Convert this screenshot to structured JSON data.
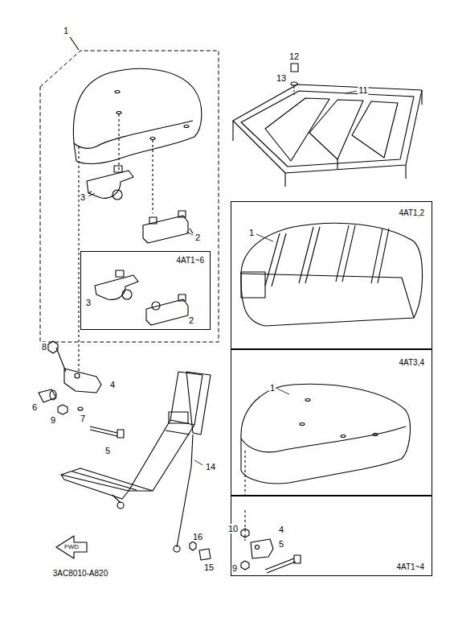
{
  "diagram": {
    "nodes": [
      {
        "text": [
          "1"
        ]
      },
      {
        "text": [
          "4AT1~6"
        ],
        "in": 0
      },
      {
        "text": [
          "4AT1,2"
        ]
      },
      {
        "text": [
          "4AT3,4"
        ]
      },
      {
        "text": [
          "4AT1~4"
        ]
      }
    ],
    "labels": [
      "12",
      "13",
      "11",
      "3",
      "2",
      "3",
      "2",
      "1",
      "8",
      "4",
      "6",
      "9",
      "7",
      "5",
      "1",
      "14",
      "10",
      "4",
      "9",
      "5",
      "16",
      "15",
      "FWD",
      "3AC8010-A820"
    ]
  }
}
